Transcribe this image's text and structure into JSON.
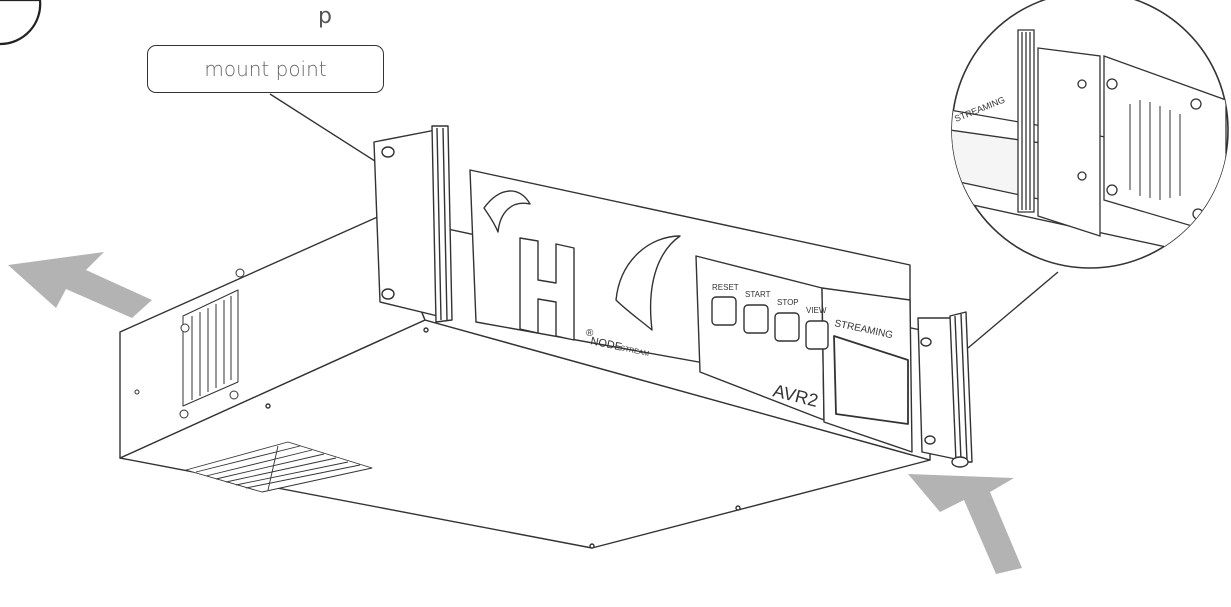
{
  "callout": {
    "label": "mount point"
  },
  "top_fragment": "p",
  "panel": {
    "buttons": [
      "RESET",
      "START",
      "STOP",
      "VIEW"
    ],
    "screen_label": "STREAMING",
    "model_text": "AVR2",
    "node_text": "NODE",
    "stream_badge": "STREAM",
    "brand_letter": "H",
    "registered": "®"
  },
  "detail_view": {
    "label": "STREAMING"
  },
  "colors": {
    "line": "#333333",
    "arrow": "#b3b3b3",
    "callout_text": "#666666"
  }
}
